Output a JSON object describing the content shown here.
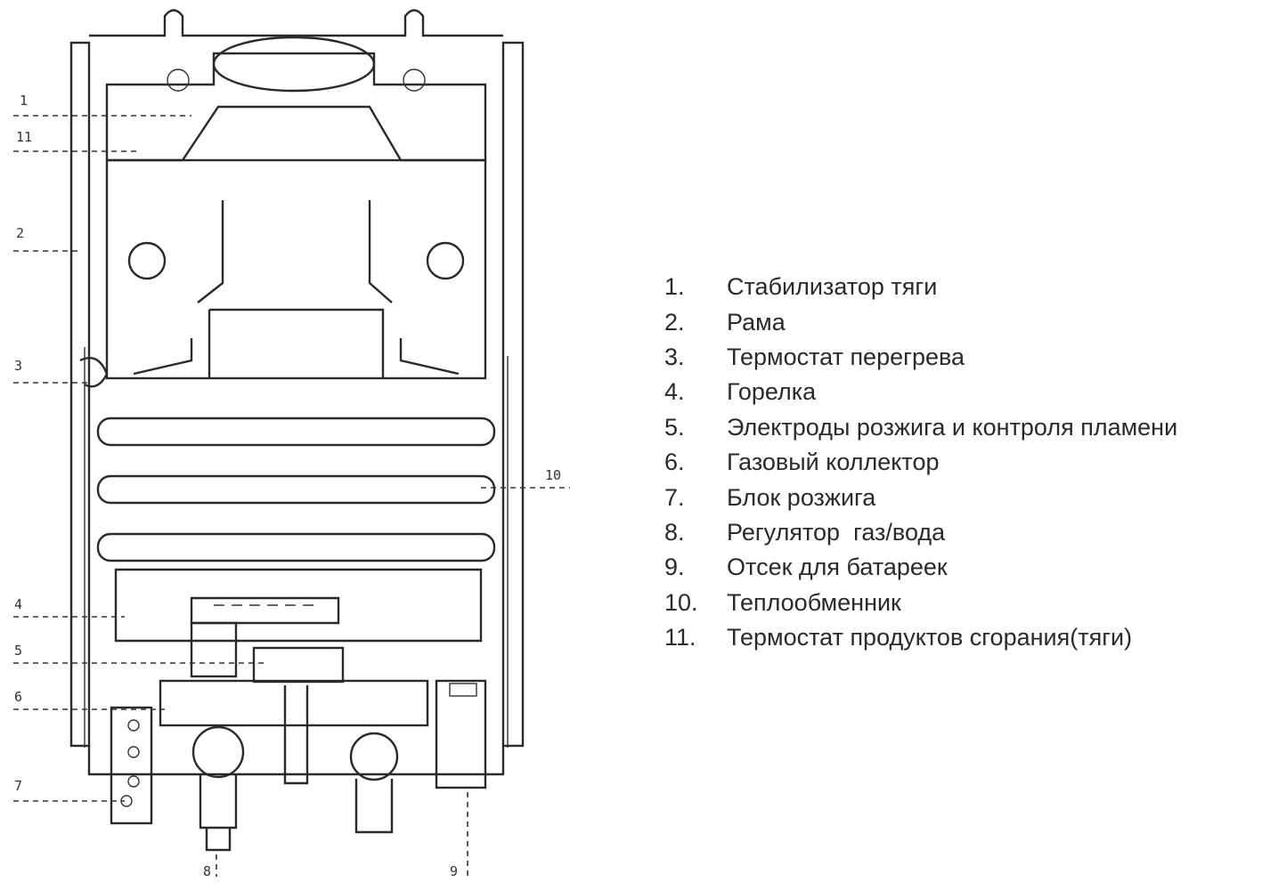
{
  "callouts": [
    {
      "id": "1",
      "label": "1"
    },
    {
      "id": "11",
      "label": "11"
    },
    {
      "id": "2",
      "label": "2"
    },
    {
      "id": "3",
      "label": "3"
    },
    {
      "id": "4",
      "label": "4"
    },
    {
      "id": "5",
      "label": "5"
    },
    {
      "id": "6",
      "label": "6"
    },
    {
      "id": "7",
      "label": "7"
    },
    {
      "id": "8",
      "label": "8"
    },
    {
      "id": "9",
      "label": "9"
    },
    {
      "id": "10",
      "label": "10"
    }
  ],
  "legend": [
    {
      "num": "1.",
      "text": "Стабилизатор тяги"
    },
    {
      "num": "2.",
      "text": "Рама"
    },
    {
      "num": "3.",
      "text": "Термостат перегрева"
    },
    {
      "num": "4.",
      "text": "Горелка"
    },
    {
      "num": "5.",
      "text": "Электроды розжига и контроля пламени"
    },
    {
      "num": "6.",
      "text": "Газовый коллектор"
    },
    {
      "num": "7.",
      "text": "Блок розжига"
    },
    {
      "num": "8.",
      "text": "Регулятор  газ/вода"
    },
    {
      "num": "9.",
      "text": "Отсек для батареек"
    },
    {
      "num": "10.",
      "text": "Теплообменник"
    },
    {
      "num": "11.",
      "text": "Термостат продуктов сгорания(тяги)"
    }
  ]
}
